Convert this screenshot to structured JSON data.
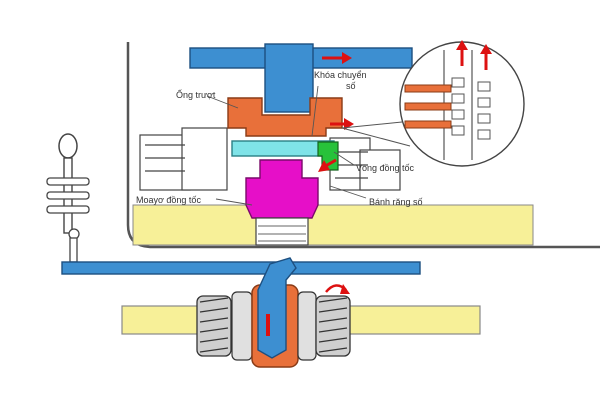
{
  "labels": {
    "sleeve": "Ống trượt",
    "shift_key": "Khóa chuyển số",
    "synchro_ring": "Vòng đồng tốc",
    "hub": "Moayơ đồng tốc",
    "gear": "Bánh răng số"
  },
  "colors": {
    "fork_blue": "#3d8fd1",
    "sleeve_orange": "#e8703a",
    "hub_magenta": "#e60fc8",
    "ring_cyan": "#7fe3e8",
    "key_green": "#27c23a",
    "shaft_yellow": "#f7f098",
    "arrow_red": "#dd1111"
  }
}
